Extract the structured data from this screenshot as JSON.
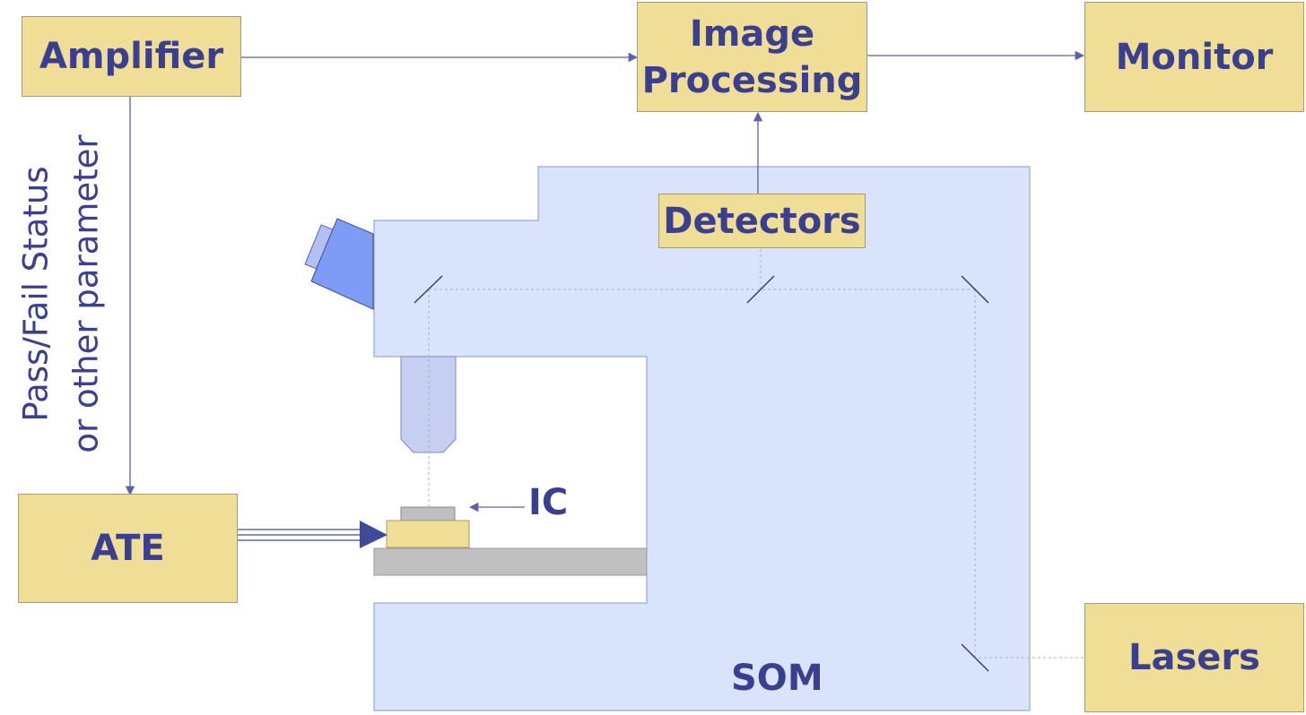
{
  "blocks": {
    "amplifier": "Amplifier",
    "image_processing_line1": "Image",
    "image_processing_line2": "Processing",
    "monitor": "Monitor",
    "detectors": "Detectors",
    "ate": "ATE",
    "lasers": "Lasers"
  },
  "labels": {
    "status_line1": "Pass/Fail Status",
    "status_line2": "or other parameter",
    "ic": "IC",
    "som": "SOM"
  },
  "colors": {
    "block_fill": "#f0de96",
    "text": "#3b3f8f",
    "som_body": "#d9e3fb",
    "arrow": "#5a62aa"
  }
}
